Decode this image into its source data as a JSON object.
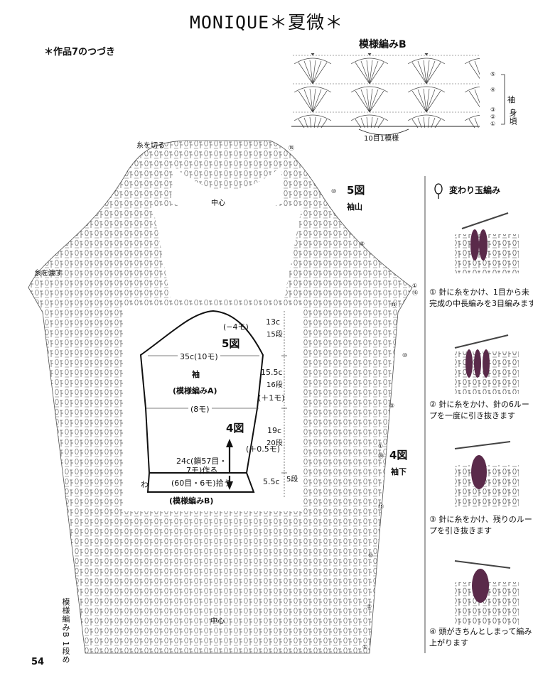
{
  "header": {
    "title": "MONIQUE＊夏微＊",
    "subtitle": "＊作品7のつづき",
    "page_number": "54"
  },
  "pattern_b": {
    "title": "模様編みB",
    "repeat_label": "10目1模様",
    "row_labels": [
      "⑤",
      "④",
      "③",
      "②",
      "①"
    ],
    "side_label_1": "袖",
    "side_label_2": "身頃"
  },
  "sleeve_chart": {
    "cut_yarn": "糸を切る",
    "pass_yarn": "糸を渡す",
    "center_top": "中心",
    "center_bottom": "中心",
    "fig5_label": "5図",
    "fig5_name": "袖山",
    "fig4_label": "4図",
    "fig4_name": "袖下",
    "row_markers": [
      "⑮",
      "⑩",
      "⑤",
      "①",
      "⑯",
      "⑮",
      "⑩",
      "⑤",
      "①",
      "⑳",
      "⑮",
      "⑩",
      "⑤",
      "①"
    ],
    "bottom_vertical_label": "模様編みB 1段め"
  },
  "schematic": {
    "minus4": "(−4モ)",
    "fig5": "5図",
    "width_35": "35c(10モ)",
    "piece_name": "袖",
    "pattern_a": "(模様編みA)",
    "plus1": "(＋1モ)",
    "mo8": "(8モ)",
    "fig4": "4図",
    "plus05": "(＋0.5モ)",
    "cast_on_1": "24c(鎖57目・",
    "cast_on_2": "7モ)作る",
    "wa": "わ",
    "pickup": "(60目・6モ)拾う",
    "pattern_b": "(模様編みB)",
    "h1": "13c",
    "r1": "15段",
    "h2": "15.5c",
    "r2": "16段",
    "h3": "19c",
    "r3": "20段",
    "h4": "5.5c",
    "r4": "5段"
  },
  "technique": {
    "title": "変わり玉編み",
    "steps": [
      {
        "num": "①",
        "text": "針に糸をかけ、1目から未完成の中長編みを3目編みます"
      },
      {
        "num": "②",
        "text": "針に糸をかけ、針の6ループを一度に引き抜きます"
      },
      {
        "num": "③",
        "text": "針に糸をかけ、残りのループを引き抜きます"
      },
      {
        "num": "④",
        "text": "頭がきちんとしまって編み上がります"
      }
    ]
  },
  "colors": {
    "yarn": "#5a2a4a",
    "ink": "#111111"
  }
}
